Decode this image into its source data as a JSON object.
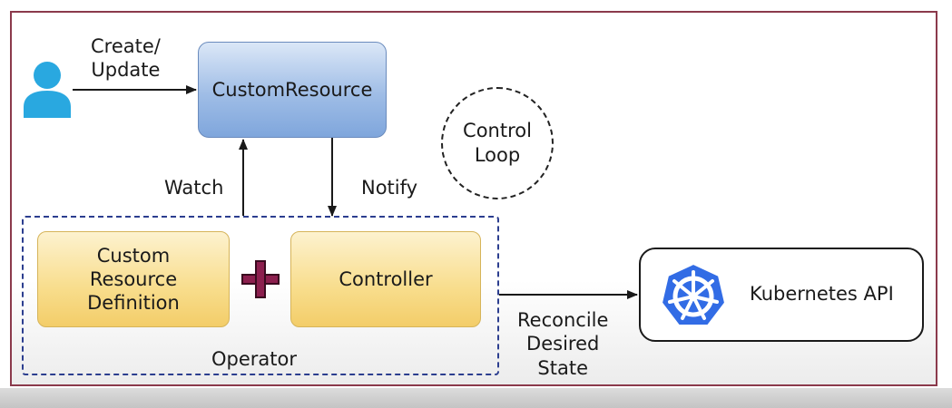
{
  "diagram": {
    "user_icon": "user-icon",
    "create_update_label": "Create/\nUpdate",
    "custom_resource_label": "CustomResource",
    "control_loop_label": "Control\nLoop",
    "watch_label": "Watch",
    "notify_label": "Notify",
    "crd_label": "Custom\nResource\nDefinition",
    "plus_icon": "plus-icon",
    "controller_label": "Controller",
    "operator_label": "Operator",
    "reconcile_label": "Reconcile\nDesired\nState",
    "kubernetes_label": "Kubernetes API",
    "kubernetes_icon": "kubernetes-helm-icon"
  },
  "colors": {
    "frame": "#8b3a4c",
    "custom_resource_fill": "#9fbde6",
    "operator_component_fill": "#f8dd8c",
    "operator_border": "#2c3e8f",
    "user_icon": "#29a8e0",
    "plus": "#8c1f4e",
    "kubernetes_blue": "#326ce5"
  }
}
